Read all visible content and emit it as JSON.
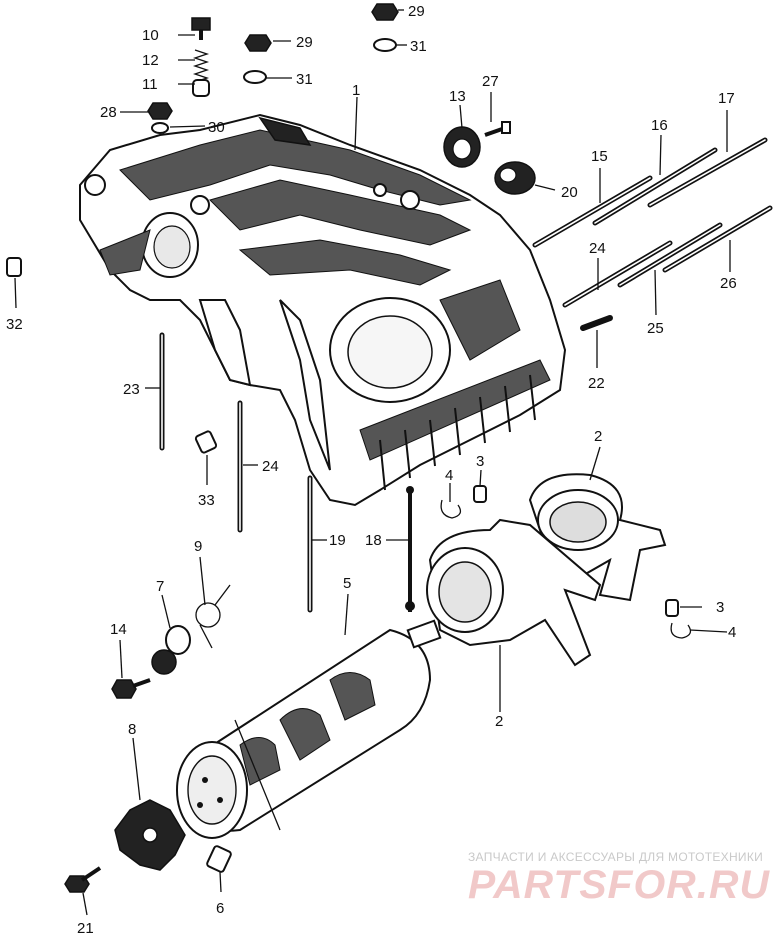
{
  "diagram": {
    "callouts": [
      "1",
      "2",
      "2",
      "3",
      "3",
      "4",
      "4",
      "5",
      "6",
      "7",
      "8",
      "9",
      "10",
      "11",
      "12",
      "13",
      "14",
      "15",
      "16",
      "17",
      "18",
      "19",
      "20",
      "21",
      "22",
      "23",
      "24",
      "24",
      "25",
      "26",
      "27",
      "28",
      "29",
      "29",
      "30",
      "31",
      "31",
      "32",
      "33"
    ]
  },
  "watermark": {
    "caption": "ЗАПЧАСТИ И АКСЕССУАРЫ ДЛЯ МОТОТЕХНИКИ",
    "logo": "PARTSFOR.RU"
  }
}
